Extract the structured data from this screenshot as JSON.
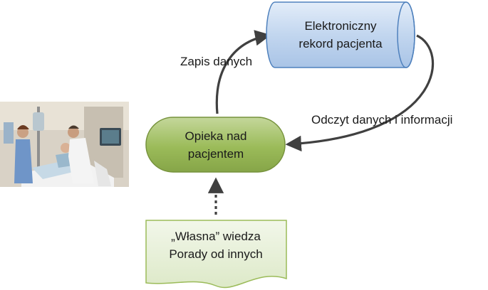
{
  "nodes": {
    "ehr": {
      "line1": "Elektroniczny",
      "line2": "rekord pacjenta"
    },
    "care": {
      "line1": "Opieka nad",
      "line2": "pacjentem"
    },
    "knowledge": {
      "line1": "„Własna” wiedza",
      "line2": "Porady od innych"
    }
  },
  "edges": {
    "write": "Zapis danych",
    "read": "Odczyt danych i informacji"
  },
  "colors": {
    "ehr_fill": "#bcd3ee",
    "care_fill": "#9bbb59",
    "knowledge_fill": "#e8f0d8",
    "arrow": "#404040"
  },
  "photo": {
    "subject": "hospital-room-photo"
  }
}
